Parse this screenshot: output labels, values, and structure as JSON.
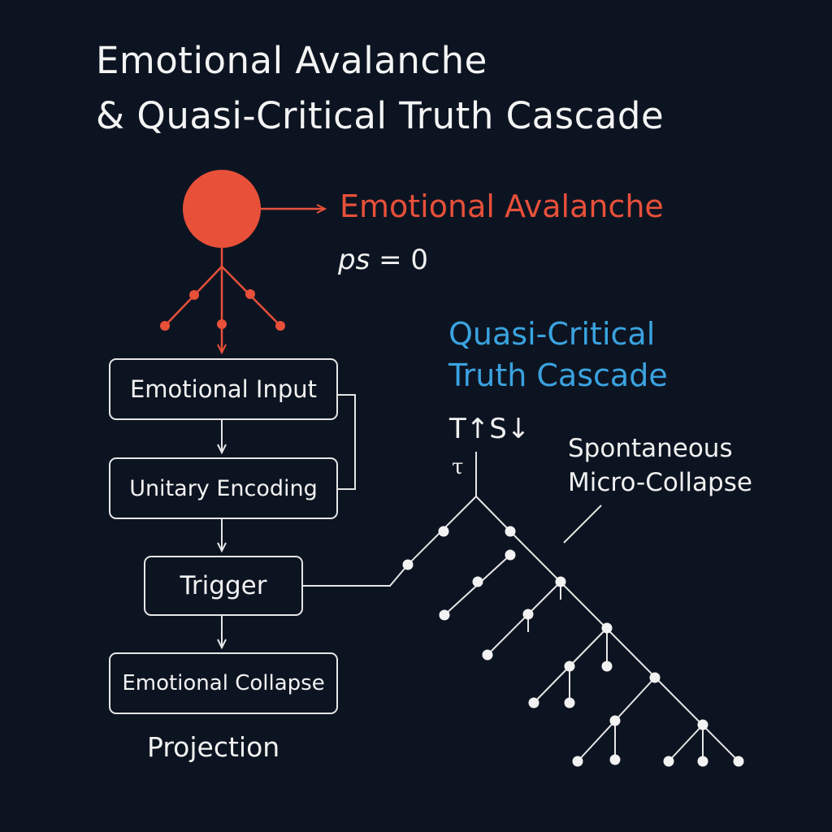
{
  "title": {
    "line1": "Emotional Avalanche",
    "line2": "& Quasi-Critical Truth Cascade"
  },
  "avalanche": {
    "label": "Emotional Avalanche",
    "formula_lhs": "ps",
    "formula_rhs": " = 0"
  },
  "cascade": {
    "label_line1": "Quasi-Critical",
    "label_line2": "Truth Cascade",
    "symbols": "T↑S↓",
    "tau": "τ",
    "micro_line1": "Spontaneous",
    "micro_line2": "Micro-Collapse"
  },
  "flow": {
    "boxes": [
      "Emotional Input",
      "Unitary Encoding",
      "Trigger",
      "Emotional Collapse"
    ],
    "projection": "Projection"
  },
  "colors": {
    "background": "#0d1421",
    "avalanche_red": "#e8503a",
    "cascade_blue": "#3aa3e0",
    "line_white": "#e6e6e6"
  }
}
